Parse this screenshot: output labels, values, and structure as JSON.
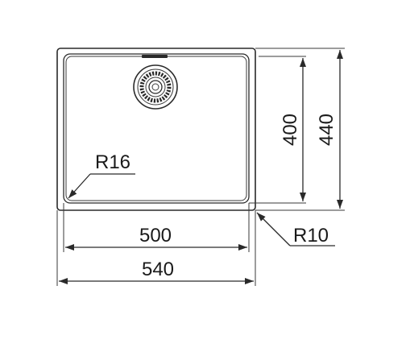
{
  "labels": {
    "width_outer": "540",
    "width_inner": "500",
    "height_outer": "440",
    "height_inner": "400",
    "radius_inner": "R16",
    "radius_outer": "R10"
  },
  "icons": {
    "drain": "drain-strainer-icon"
  },
  "colors": {
    "line": "#2a2a2a",
    "background": "#ffffff"
  }
}
